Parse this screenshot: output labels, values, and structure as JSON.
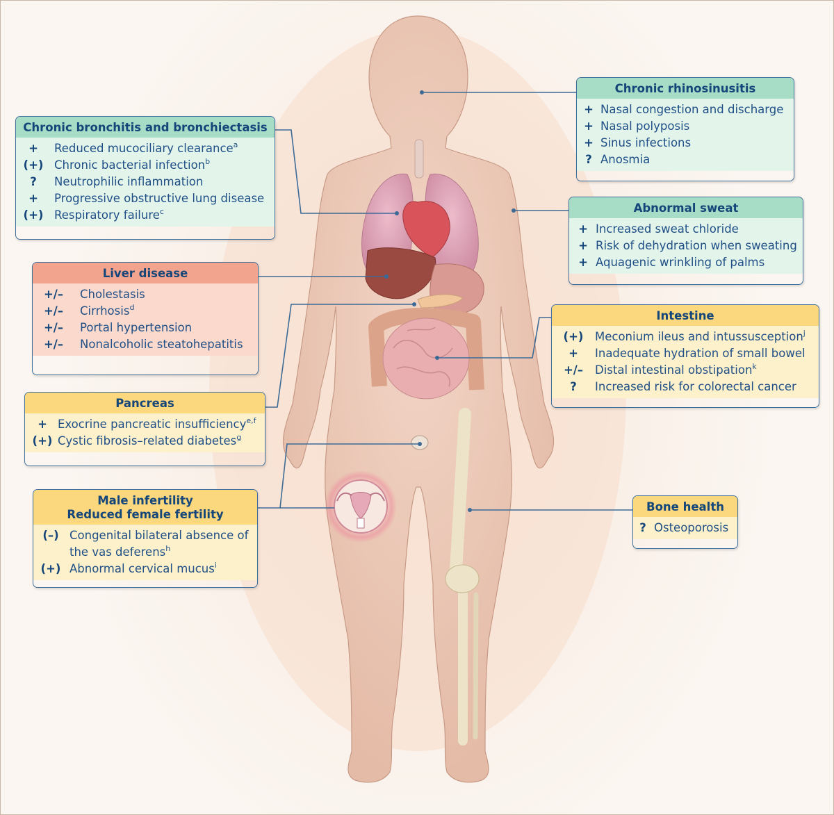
{
  "colors": {
    "line": "#3d6b96",
    "green_header": "#a7dcc6",
    "green_body": "#e3f4eb",
    "red_header": "#f2a48e",
    "red_body": "#fbd9cd",
    "yellow_header": "#fbd77e",
    "yellow_body": "#fdf1cc",
    "text": "#1f4f86"
  },
  "boxes": {
    "bronchitis": {
      "title": "Chronic bronchitis and bronchiectasis",
      "items": [
        {
          "sym": "+",
          "text": "Reduced mucociliary clearance",
          "sup": "a"
        },
        {
          "sym": "(+)",
          "text": "Chronic bacterial infection",
          "sup": "b"
        },
        {
          "sym": "?",
          "text": "Neutrophilic inflammation",
          "sup": ""
        },
        {
          "sym": "+",
          "text": "Progressive obstructive lung disease",
          "sup": ""
        },
        {
          "sym": "(+)",
          "text": "Respiratory failure",
          "sup": "c"
        }
      ]
    },
    "liver": {
      "title": "Liver disease",
      "items": [
        {
          "sym": "+/–",
          "text": "Cholestasis",
          "sup": ""
        },
        {
          "sym": "+/–",
          "text": "Cirrhosis",
          "sup": "d"
        },
        {
          "sym": "+/–",
          "text": "Portal hypertension",
          "sup": ""
        },
        {
          "sym": "+/–",
          "text": "Nonalcoholic steatohepatitis",
          "sup": ""
        }
      ]
    },
    "pancreas": {
      "title": "Pancreas",
      "items": [
        {
          "sym": "+",
          "text": "Exocrine pancreatic insufficiency",
          "sup": "e,f"
        },
        {
          "sym": "(+)",
          "text": "Cystic fibrosis–related diabetes",
          "sup": "g"
        }
      ]
    },
    "fertility": {
      "title_line1": "Male infertility",
      "title_line2": "Reduced female fertility",
      "items": [
        {
          "sym": "(–)",
          "text": "Congenital bilateral absence of",
          "sup": ""
        },
        {
          "sym": "",
          "text": "the vas deferens",
          "sup": "h"
        },
        {
          "sym": "(+)",
          "text": "Abnormal cervical mucus",
          "sup": "i"
        }
      ]
    },
    "rhinosinusitis": {
      "title": "Chronic rhinosinusitis",
      "items": [
        {
          "sym": "+",
          "text": "Nasal congestion and discharge",
          "sup": ""
        },
        {
          "sym": "+",
          "text": "Nasal polyposis",
          "sup": ""
        },
        {
          "sym": "+",
          "text": "Sinus infections",
          "sup": ""
        },
        {
          "sym": "?",
          "text": "Anosmia",
          "sup": ""
        }
      ]
    },
    "sweat": {
      "title": "Abnormal sweat",
      "items": [
        {
          "sym": "+",
          "text": "Increased sweat chloride",
          "sup": ""
        },
        {
          "sym": "+",
          "text": "Risk of dehydration when sweating",
          "sup": ""
        },
        {
          "sym": "+",
          "text": "Aquagenic wrinkling of palms",
          "sup": ""
        }
      ]
    },
    "intestine": {
      "title": "Intestine",
      "items": [
        {
          "sym": "(+)",
          "text": "Meconium ileus and intussusception",
          "sup": "j"
        },
        {
          "sym": "+",
          "text": "Inadequate hydration of small bowel",
          "sup": ""
        },
        {
          "sym": "+/–",
          "text": "Distal intestinal obstipation",
          "sup": "k"
        },
        {
          "sym": "?",
          "text": "Increased risk for colorectal cancer",
          "sup": ""
        }
      ]
    },
    "bone": {
      "title": "Bone health",
      "items": [
        {
          "sym": "?",
          "text": "Osteoporosis",
          "sup": ""
        }
      ]
    }
  }
}
